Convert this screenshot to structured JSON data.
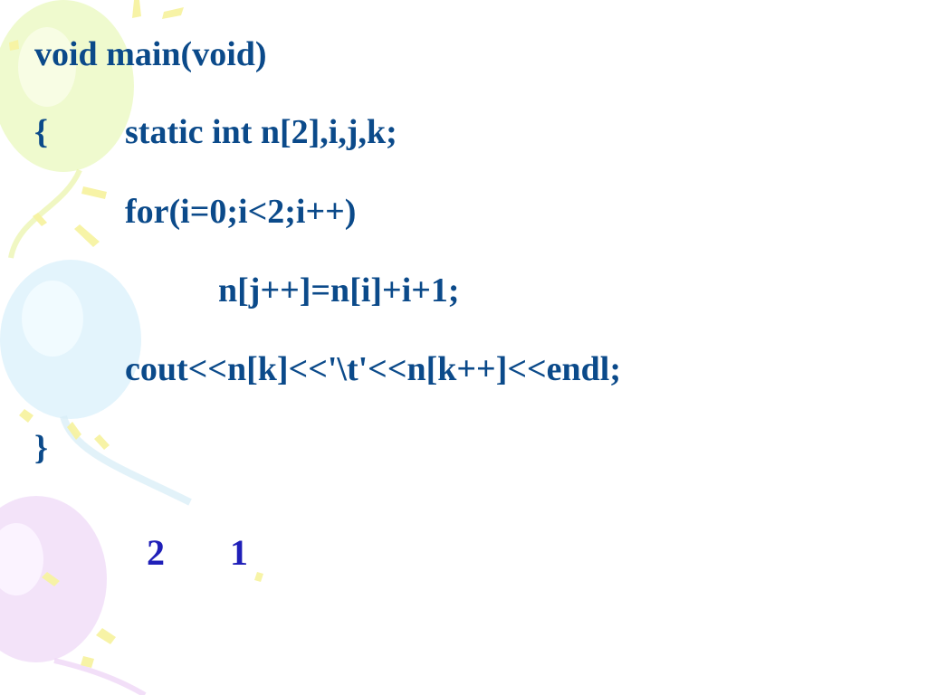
{
  "colors": {
    "code": "#0b4a8a",
    "output": "#1f1fb8",
    "balloon_green": "#e8f7b8",
    "balloon_blue": "#d9f0fb",
    "balloon_purple": "#f1def8",
    "confetti": "#f5f0a0"
  },
  "code": {
    "line1": "void main(void)",
    "open_brace": "{",
    "line2": "static int n[2],i,j,k;",
    "line3": "for(i=0;i<2;i++)",
    "line4": "n[j++]=n[i]+i+1;",
    "line5": "cout<<n[k]<<'\\t'<<n[k++]<<endl;",
    "close_brace": "}"
  },
  "output": {
    "value_1": "2",
    "value_2": "1"
  },
  "decor_icons": [
    "green-balloon-icon",
    "blue-balloon-icon",
    "purple-balloon-icon",
    "confetti-icon"
  ]
}
